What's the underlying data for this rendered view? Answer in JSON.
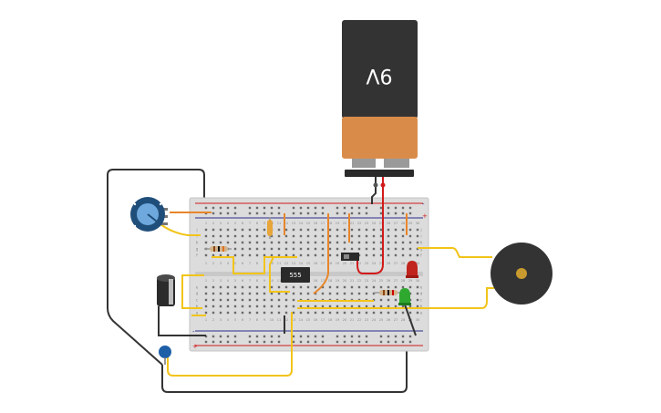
{
  "battery": {
    "label": "9V"
  },
  "ic": {
    "label": "555"
  },
  "breadboard": {
    "row_labels_top": [
      "j",
      "i",
      "h",
      "g",
      "f"
    ],
    "row_labels_bottom": [
      "e",
      "d",
      "c",
      "b",
      "a"
    ],
    "columns": 30,
    "rail_plus": "+",
    "rail_minus": "-"
  },
  "colors": {
    "battery_top": "#333333",
    "battery_bottom": "#d98c4a",
    "wire_black": "#333333",
    "wire_red": "#d11a1a",
    "wire_yellow": "#f2c419",
    "wire_orange": "#e8862a",
    "led_red": "#c0241d",
    "led_green": "#2ea82e",
    "buzzer": "#333333",
    "buzzer_center": "#c99a2e",
    "pot_body": "#1f4e7a",
    "pot_knob": "#6fa8dc"
  }
}
